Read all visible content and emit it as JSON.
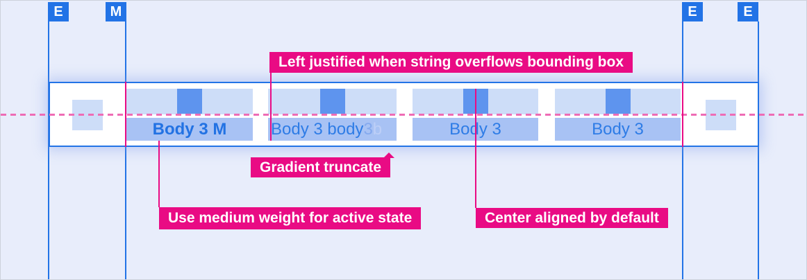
{
  "colors": {
    "background": "#e8edfb",
    "grid_blue": "#2273e6",
    "band_background": "#ffffff",
    "light_blue_rect": "#cdddf8",
    "medium_blue_rect": "#a8c2f4",
    "dark_blue_square": "#5e94ee",
    "tab_text_blue": "#2e7ce6",
    "annotation_magenta": "#e90b84",
    "dashed_line_pink": "#ee6cb5"
  },
  "rulers": {
    "markers": [
      {
        "label": "E"
      },
      {
        "label": "M"
      },
      {
        "label": "E"
      },
      {
        "label": "E"
      }
    ]
  },
  "tabbar": {
    "tabs": [
      {
        "label": "Body 3 M",
        "state": "active",
        "alignment": "center",
        "weight": "medium"
      },
      {
        "label": "Body 3 body 3 b",
        "state": "default",
        "alignment": "left",
        "truncation": "gradient",
        "parts": {
          "main": "Body 3 body ",
          "fade1": "3 ",
          "fade2": "b"
        }
      },
      {
        "label": "Body 3",
        "state": "default",
        "alignment": "center"
      },
      {
        "label": "Body 3",
        "state": "default",
        "alignment": "center"
      }
    ]
  },
  "annotations": {
    "left_justified": "Left justified when string overflows bounding box",
    "gradient_truncate": "Gradient truncate",
    "medium_weight": "Use medium weight for active state",
    "center_aligned": "Center aligned by default"
  }
}
